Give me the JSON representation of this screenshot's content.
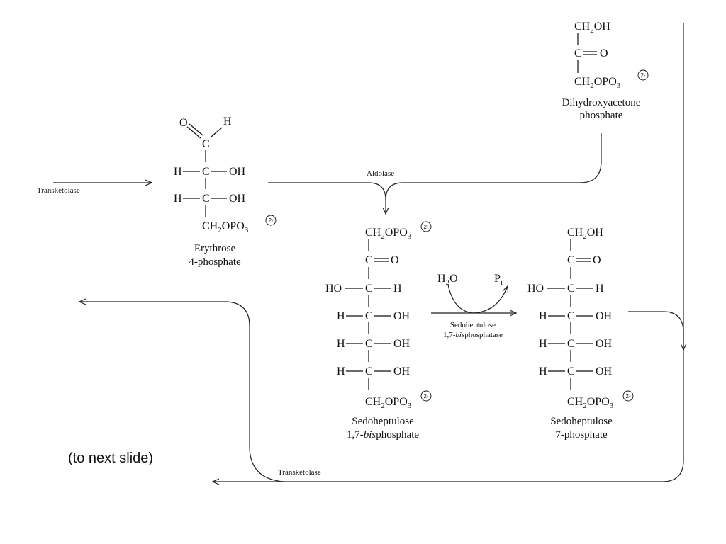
{
  "molecules": {
    "dhap": {
      "name_line1": "Dihydroxyacetone",
      "name_line2": "phosphate",
      "top": "CH",
      "top_sub": "2",
      "top_tail": "OH",
      "carbonyl": "C",
      "carbonyl_o": "O",
      "bottom": "CH",
      "bottom_sub": "2",
      "bottom_tail": "OPO",
      "bottom_sub2": "3",
      "charge": "2-"
    },
    "e4p": {
      "name_line1": "Erythrose",
      "name_line2": "4-phosphate",
      "aldehyde_o": "O",
      "aldehyde_h": "H",
      "c1": "C",
      "row2_left": "H",
      "row2_c": "C",
      "row2_right": "OH",
      "row3_left": "H",
      "row3_c": "C",
      "row3_right": "OH",
      "bottom": "CH",
      "bottom_sub": "2",
      "bottom_tail": "OPO",
      "bottom_sub2": "3",
      "charge": "2-"
    },
    "sbp": {
      "name_line1": "Sedoheptulose",
      "name_line2_pre": "1,7-",
      "name_line2_ital": "bis",
      "name_line2_post": "phosphate",
      "top": "CH",
      "top_sub": "2",
      "top_tail": "OPO",
      "top_sub2": "3",
      "charge_top": "2-",
      "carbonyl": "C",
      "carbonyl_o": "O",
      "r3_left": "HO",
      "r3_c": "C",
      "r3_right": "H",
      "r4_left": "H",
      "r4_c": "C",
      "r4_right": "OH",
      "r5_left": "H",
      "r5_c": "C",
      "r5_right": "OH",
      "r6_left": "H",
      "r6_c": "C",
      "r6_right": "OH",
      "bottom": "CH",
      "bottom_sub": "2",
      "bottom_tail": "OPO",
      "bottom_sub2": "3",
      "charge_bottom": "2-"
    },
    "s7p": {
      "name_line1": "Sedoheptulose",
      "name_line2": "7-phosphate",
      "top": "CH",
      "top_sub": "2",
      "top_tail": "OH",
      "carbonyl": "C",
      "carbonyl_o": "O",
      "r3_left": "HO",
      "r3_c": "C",
      "r3_right": "H",
      "r4_left": "H",
      "r4_c": "C",
      "r4_right": "OH",
      "r5_left": "H",
      "r5_c": "C",
      "r5_right": "OH",
      "r6_left": "H",
      "r6_c": "C",
      "r6_right": "OH",
      "bottom": "CH",
      "bottom_sub": "2",
      "bottom_tail": "OPO",
      "bottom_sub2": "3",
      "charge_bottom": "2-"
    }
  },
  "reaction": {
    "water": "H",
    "water_sub": "2",
    "water_tail": "O",
    "pi": "P",
    "pi_sub": "i",
    "enzyme_line1": "Sedoheptulose",
    "enzyme_line2_pre": "1,7-",
    "enzyme_line2_ital": "bis",
    "enzyme_line2_post": "phosphatase"
  },
  "enzymes": {
    "transketolase_in": "Transketolase",
    "aldolase": "Aldolase",
    "transketolase_out": "Transketolase"
  },
  "note": "(to next slide)"
}
